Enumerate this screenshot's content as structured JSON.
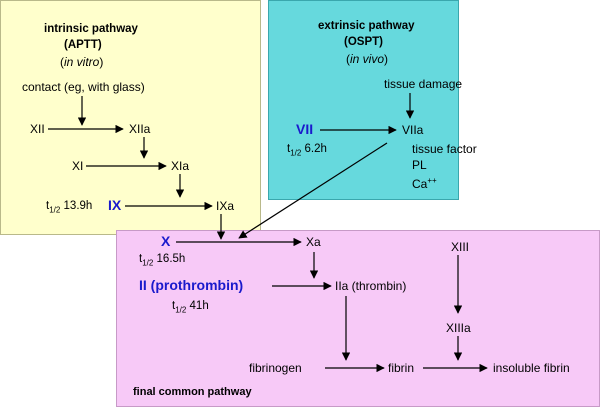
{
  "intrinsic": {
    "title_line1": "intrinsic pathway",
    "title_line2": "(APTT)",
    "setting": "in vitro",
    "trigger": "contact (eg, with glass)",
    "xii": "XII",
    "xiia": "XIIa",
    "xi": "XI",
    "xia": "XIa",
    "ix": "IX",
    "ixa": "IXa",
    "ix_half_life": "13.9h"
  },
  "extrinsic": {
    "title_line1": "extrinsic pathway",
    "title_line2": "(OSPT)",
    "setting": "in vivo",
    "trigger": "tissue damage",
    "vii": "VII",
    "viia": "VIIa",
    "tissue_factor": "tissue factor",
    "pl": "PL",
    "ca": "Ca",
    "ca_charge": "++",
    "vii_half_life": "6.2h"
  },
  "common": {
    "label": "final common pathway",
    "x": "X",
    "xa": "Xa",
    "x_half_life": "16.5h",
    "ii": "II (prothrombin)",
    "iia": "IIa (thrombin)",
    "ii_half_life": "41h",
    "xiii": "XIII",
    "xiiia": "XIIIa",
    "fibrinogen": "fibrinogen",
    "fibrin": "fibrin",
    "insoluble_fibrin": "insoluble fibrin"
  },
  "half_life_prefix": "t",
  "half_life_subscript": "1/2",
  "colors": {
    "intrinsic_bg": "#ffffcc",
    "extrinsic_bg": "#66d9dd",
    "common_bg": "#f7c9f7",
    "factor_highlight": "#1a1acc"
  }
}
